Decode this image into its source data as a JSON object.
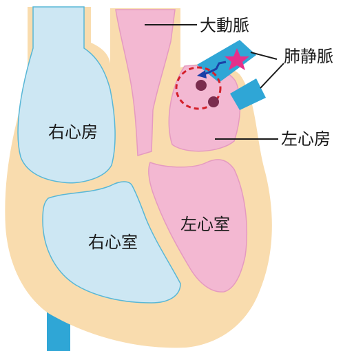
{
  "labels": {
    "aorta": "大動脈",
    "pulmonary_veins": "肺静脈",
    "left_atrium": "左心房",
    "right_atrium": "右心房",
    "right_ventricle": "右心室",
    "left_ventricle": "左心室"
  },
  "colors": {
    "myocardium": "#f9dcae",
    "myocardium_edge": "#f3c98c",
    "right_chambers": "#cde7f3",
    "right_outline": "#58b7d6",
    "left_chambers": "#f3b8d2",
    "left_outline": "#e59ac0",
    "vessel_blue": "#2fa6d6",
    "ectopic_focus": "#e6308a",
    "conduction_arrow": "#1b3fa6",
    "dashed_region": "#d4202a",
    "node": "#7a2c4e",
    "leader_line": "#1a1a1a"
  },
  "icons": {
    "ectopic_focus": "star-icon",
    "conduction_path": "zigzag-arrow-icon"
  }
}
